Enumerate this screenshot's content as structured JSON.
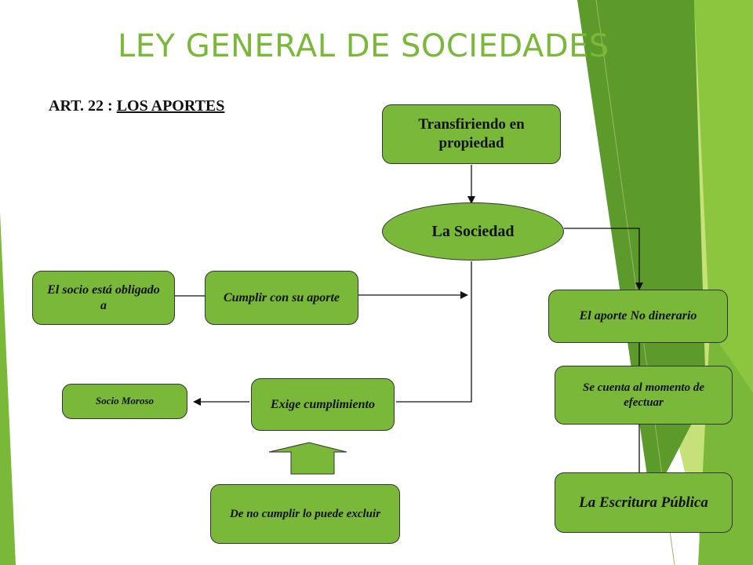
{
  "title": "LEY GENERAL DE SOCIEDADES",
  "subtitle": {
    "prefix": "ART.  22 : ",
    "underlined": "LOS APORTES"
  },
  "nodes": {
    "transfiriendo": "Transfiriendo en propiedad",
    "sociedad": "La Sociedad",
    "socio_obligado": "El socio está obligado a",
    "cumplir": "Cumplir con su aporte",
    "aporte_no_dinerario": "El aporte No dinerario",
    "socio_moroso": "Socio Moroso",
    "exige": "Exige cumplimiento",
    "se_cuenta": "Se cuenta al momento de efectuar",
    "no_cumplir": "De no cumplir lo puede excluir",
    "escritura": "La Escritura Pública"
  },
  "colors": {
    "title": "#7ab839",
    "box_fill": "#7ab839",
    "box_border": "#333333",
    "up_arrow_fill": "#7ab839",
    "decor_green_light": "#c6e07a",
    "decor_green_mid": "#8cc63f",
    "decor_green_dark": "#5c9a2b"
  }
}
